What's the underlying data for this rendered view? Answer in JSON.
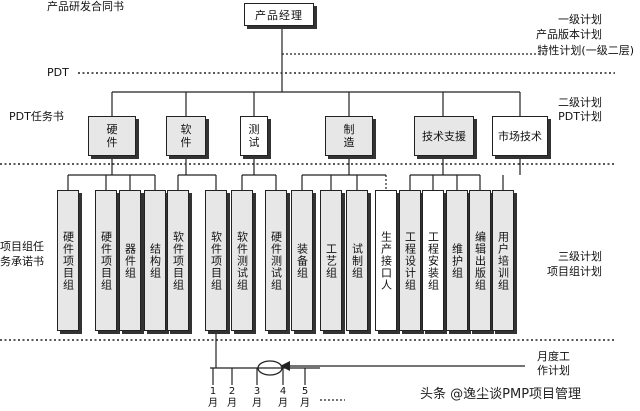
{
  "doc_title": "产品研发合同书",
  "top_box": "产品经理",
  "right_labels": {
    "level1": "一级计划",
    "version_plan": "产品版本计划",
    "feature_plan": "特性计划(一级二层)",
    "level2": "二级计划",
    "pdt_plan": "PDT计划",
    "level3": "三级计划",
    "team_plan": "项目组计划",
    "monthly_line1": "月度工",
    "monthly_line2": "作计划"
  },
  "left_labels": {
    "pdt": "PDT",
    "pdt_task": "PDT任务书",
    "team_task_line1": "项目组任",
    "team_task_line2": "务承诺书"
  },
  "pdt_boxes": [
    "硬件",
    "软件",
    "测试",
    "制造",
    "技术支援",
    "市场技术"
  ],
  "team_boxes": [
    "硬件项目组",
    "硬件项目组",
    "器件组",
    "结构组",
    "软件项目组",
    "软件项目组",
    "软件测试组",
    "硬件测试组",
    "装备组",
    "工艺组",
    "试制组",
    "生产接口人",
    "工程设计组",
    "工程安装组",
    "维护组",
    "编辑出版组",
    "用户培训组"
  ],
  "months": [
    "1",
    "2",
    "3",
    "4",
    "5"
  ],
  "month_unit": "月",
  "watermark": "头条 @逸尘谈PMP项目管理"
}
